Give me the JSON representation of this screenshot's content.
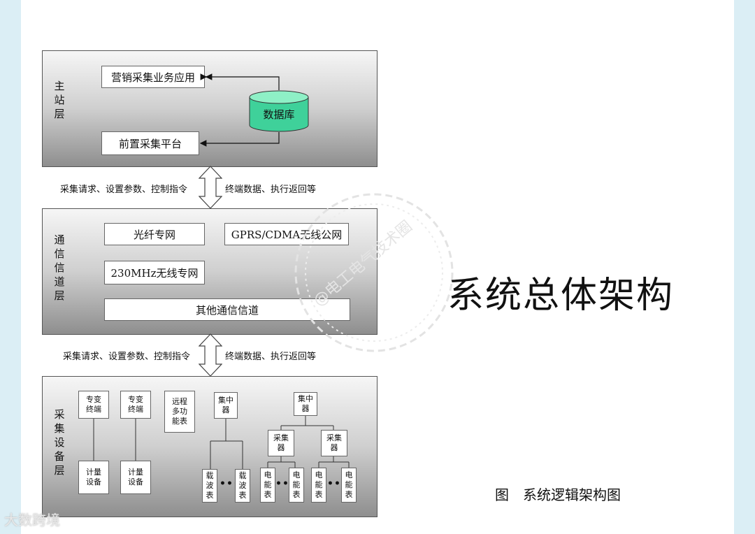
{
  "diagram": {
    "layers": {
      "master_station": {
        "label": "主\n站\n层",
        "marketing_app": "营销采集业务应用",
        "database": "数据库",
        "front_platform": "前置采集平台"
      },
      "channel": {
        "label": "通\n信\n信\n道\n层",
        "fiber": "光纤专网",
        "gprs": "GPRS/CDMA无线公网",
        "radio": "230MHz无线专网",
        "other": "其他通信信道"
      },
      "device": {
        "label": "采\n集\n设\n备\n层",
        "special_terminal_1": "专变\n终端",
        "special_terminal_2": "专变\n终端",
        "remote_meter": "远程\n多功\n能表",
        "concentrator_1": "集中\n器",
        "concentrator_2": "集中\n器",
        "metering_1": "计量\n设备",
        "metering_2": "计量\n设备",
        "collector_1": "采集\n器",
        "collector_2": "采集\n器",
        "carrier_meter_1": "载\n波\n表",
        "carrier_meter_2": "载\n波\n表",
        "energy_meter_1": "电\n能\n表",
        "energy_meter_2": "电\n能\n表",
        "energy_meter_3": "电\n能\n表",
        "energy_meter_4": "电\n能\n表",
        "ellipsis": "•••"
      }
    },
    "arrows": {
      "down_label_1": "采集请求、设置参数、控制指令",
      "up_label_1": "终端数据、执行返回等",
      "down_label_2": "采集请求、设置参数、控制指令",
      "up_label_2": "终端数据、执行返回等"
    },
    "caption": "图　系统逻辑架构图",
    "stamp_text": "@电工电气技术圈"
  },
  "title": "系统总体架构",
  "watermark": "大数跨境"
}
